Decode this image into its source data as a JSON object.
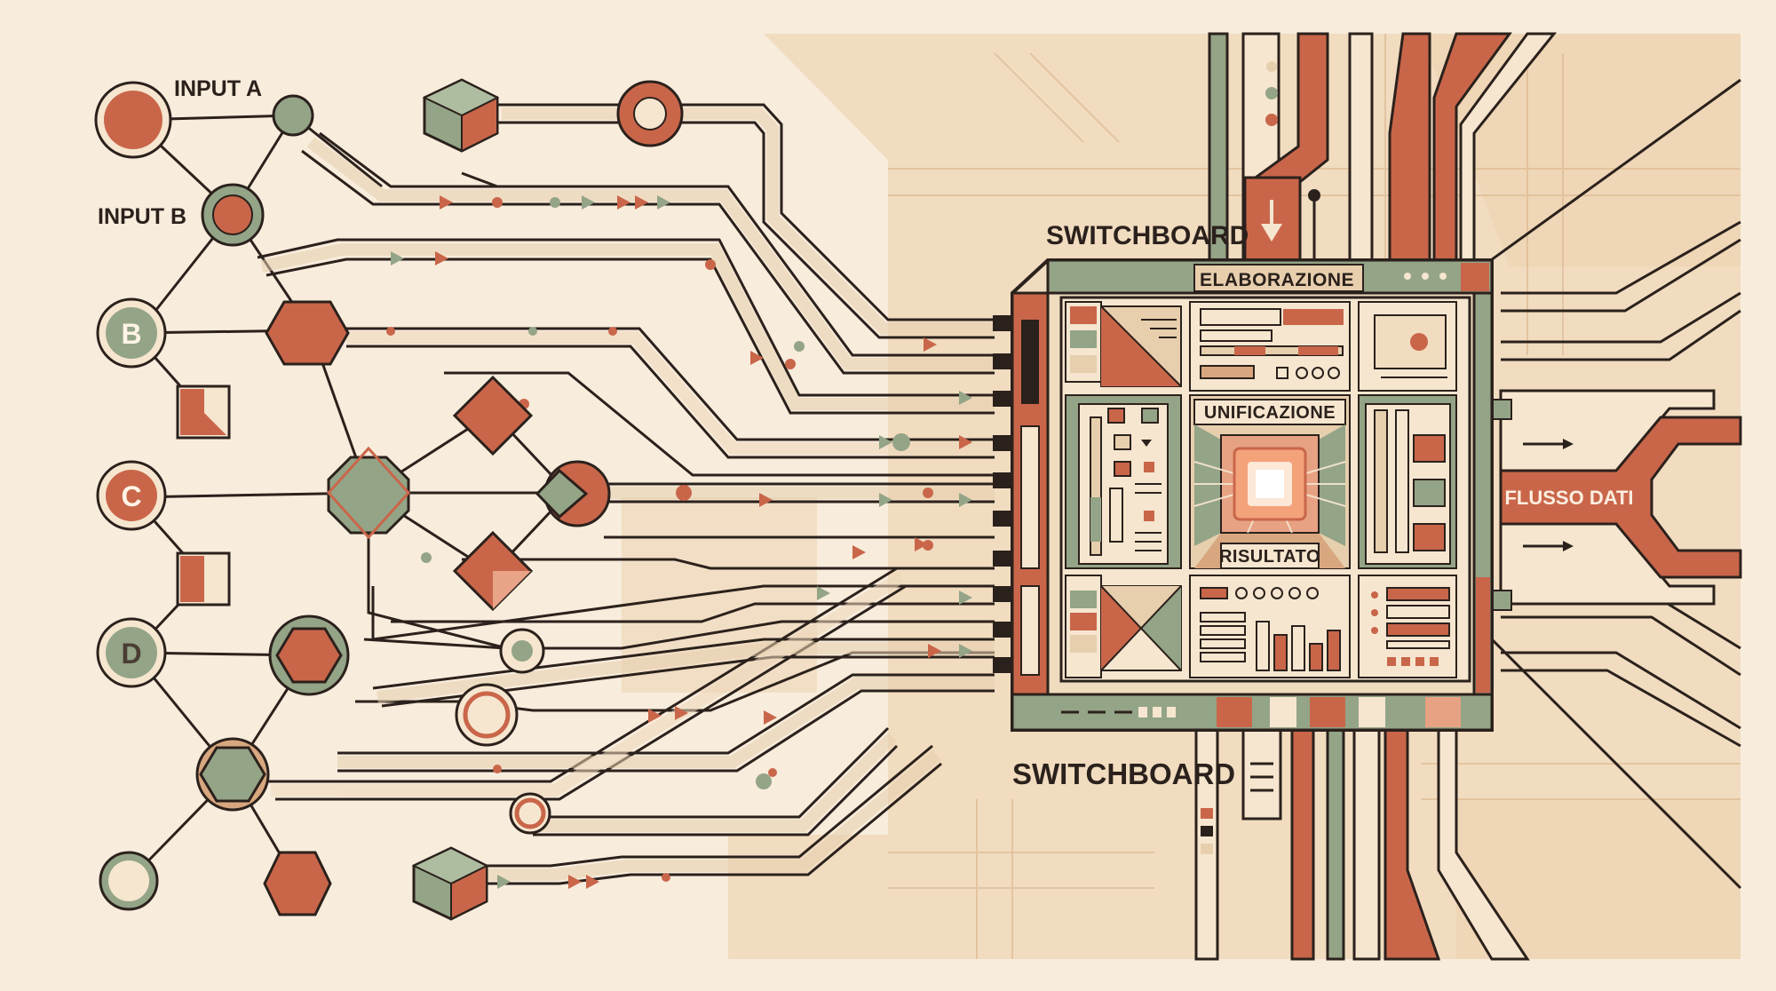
{
  "labels": {
    "input_a": "INPUT A",
    "input_b": "INPUT B",
    "node_b": "B",
    "node_c": "C",
    "node_d": "D",
    "switchboard_top": "SWITCHBOARD",
    "switchboard_bottom": "SWITCHBOARD",
    "elaborazione": "ELABORAZIONE",
    "unificazione": "UNIFICAZIONE",
    "risultato": "RISULTATO",
    "flusso_dati": "FLUSSO DATI"
  },
  "colors": {
    "background": "#f8ecdc",
    "panel": "#f1dcc0",
    "line": "#2b211c",
    "terracotta": "#c9664a",
    "sage": "#94a487",
    "cream": "#f6e6cf",
    "tan": "#e7cfae",
    "glow": "#f3a27a"
  },
  "icons": [
    "arrow-down-icon",
    "chip-core-icon",
    "cube-icon",
    "hexagon-icon",
    "diamond-icon"
  ]
}
